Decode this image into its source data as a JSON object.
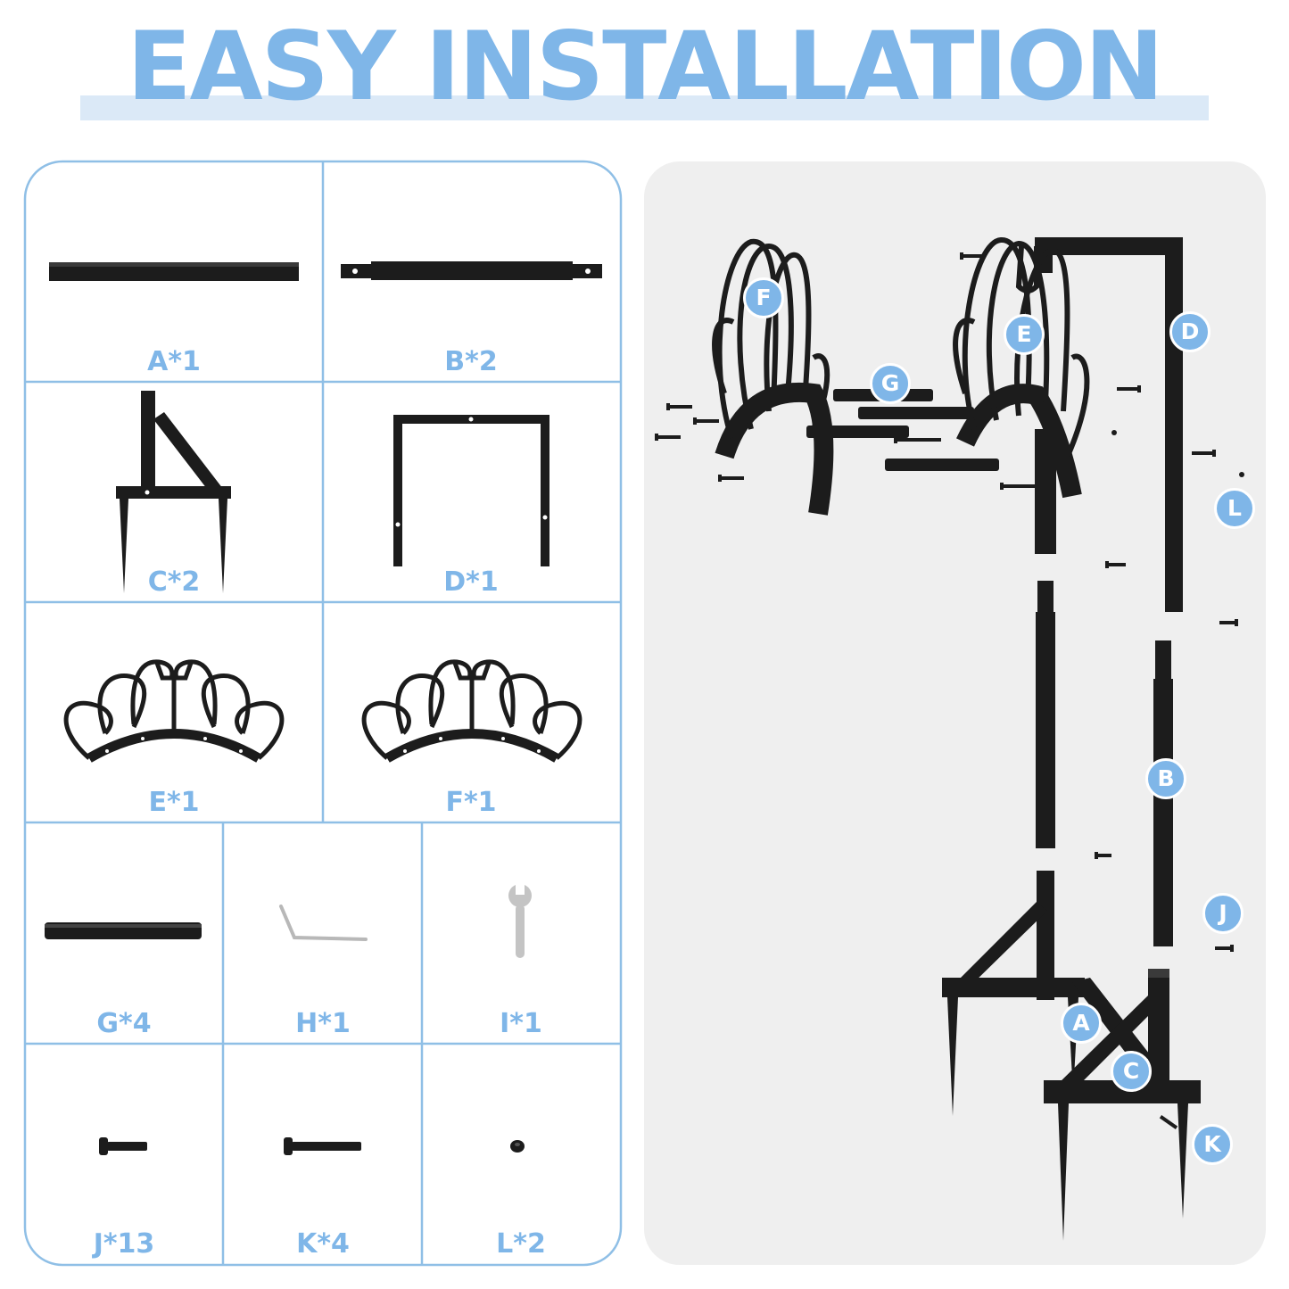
{
  "title": "EASY INSTALLATION",
  "colors": {
    "accent": "#7fb6e8",
    "band": "#dbe9f7",
    "part": "#1c1c1c",
    "panel": "#efefef"
  },
  "parts": [
    {
      "id": "A",
      "label": "A*1"
    },
    {
      "id": "B",
      "label": "B*2"
    },
    {
      "id": "C",
      "label": "C*2"
    },
    {
      "id": "D",
      "label": "D*1"
    },
    {
      "id": "E",
      "label": "E*1"
    },
    {
      "id": "F",
      "label": "F*1"
    },
    {
      "id": "G",
      "label": "G*4"
    },
    {
      "id": "H",
      "label": "H*1"
    },
    {
      "id": "I",
      "label": "I*1"
    },
    {
      "id": "J",
      "label": "J*13"
    },
    {
      "id": "K",
      "label": "K*4"
    },
    {
      "id": "L",
      "label": "L*2"
    }
  ],
  "callouts": [
    "F",
    "E",
    "D",
    "G",
    "L",
    "B",
    "J",
    "A",
    "C",
    "K"
  ]
}
